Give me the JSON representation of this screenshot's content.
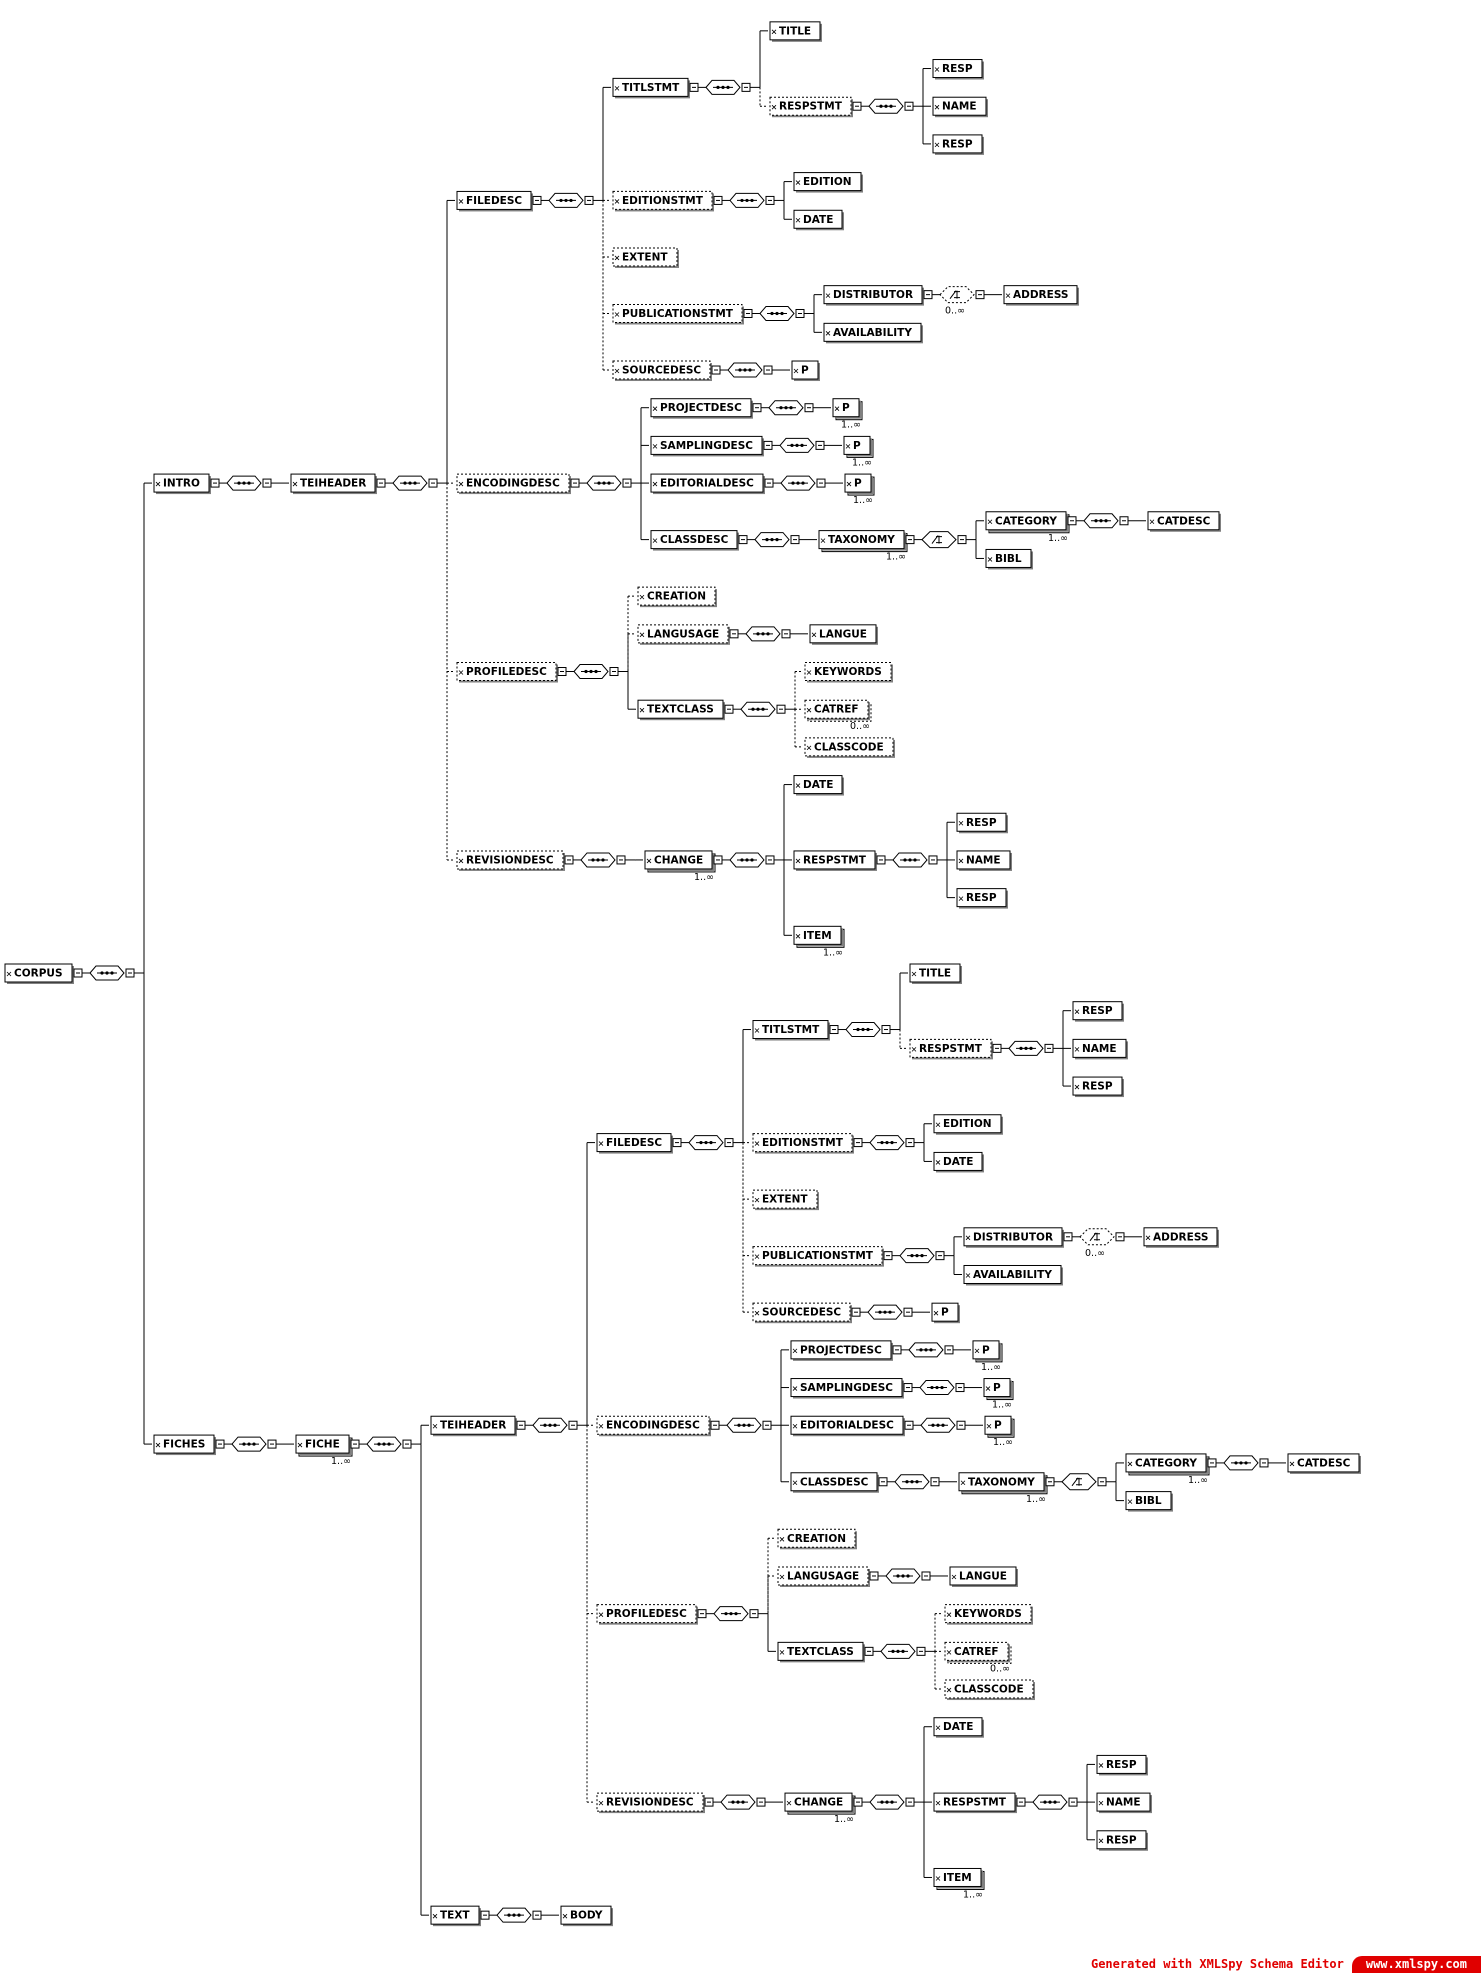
{
  "occ_labels": {
    "one_many": "1..∞",
    "zero_many": "0..∞"
  },
  "footer": {
    "generated": "Generated with XMLSpy Schema Editor",
    "site": "www.xmlspy.com"
  },
  "tree": {
    "name": "CORPUS",
    "seq": true,
    "children": [
      {
        "name": "INTRO",
        "seq": true,
        "children": [
          {
            "name": "TEIHEADER",
            "seq": true,
            "children": [
              {
                "name": "FILEDESC",
                "seq": true,
                "children": [
                  {
                    "name": "TITLSTMT",
                    "seq": true,
                    "children": [
                      {
                        "name": "TITLE"
                      },
                      {
                        "name": "RESPSTMT",
                        "optional": true,
                        "seq": true,
                        "children": [
                          {
                            "name": "RESP"
                          },
                          {
                            "name": "NAME"
                          },
                          {
                            "name": "RESP"
                          }
                        ]
                      }
                    ]
                  },
                  {
                    "name": "EDITIONSTMT",
                    "optional": true,
                    "seq": true,
                    "children": [
                      {
                        "name": "EDITION"
                      },
                      {
                        "name": "DATE"
                      }
                    ]
                  },
                  {
                    "name": "EXTENT",
                    "optional": true
                  },
                  {
                    "name": "PUBLICATIONSTMT",
                    "optional": true,
                    "seq": true,
                    "children": [
                      {
                        "name": "DISTRIBUTOR",
                        "choice": true,
                        "choiceOcc": "0..∞",
                        "choiceOptional": true,
                        "children": [
                          {
                            "name": "ADDRESS"
                          }
                        ]
                      },
                      {
                        "name": "AVAILABILITY"
                      }
                    ]
                  },
                  {
                    "name": "SOURCEDESC",
                    "optional": true,
                    "seq": true,
                    "children": [
                      {
                        "name": "P"
                      }
                    ]
                  }
                ]
              },
              {
                "name": "ENCODINGDESC",
                "optional": true,
                "seq": true,
                "children": [
                  {
                    "name": "PROJECTDESC",
                    "seq": true,
                    "children": [
                      {
                        "name": "P",
                        "occ": "1..∞"
                      }
                    ]
                  },
                  {
                    "name": "SAMPLINGDESC",
                    "seq": true,
                    "children": [
                      {
                        "name": "P",
                        "occ": "1..∞"
                      }
                    ]
                  },
                  {
                    "name": "EDITORIALDESC",
                    "seq": true,
                    "children": [
                      {
                        "name": "P",
                        "occ": "1..∞"
                      }
                    ]
                  },
                  {
                    "name": "CLASSDESC",
                    "seq": true,
                    "children": [
                      {
                        "name": "TAXONOMY",
                        "occ": "1..∞",
                        "choice": true,
                        "children": [
                          {
                            "name": "CATEGORY",
                            "occ": "1..∞",
                            "seq": true,
                            "children": [
                              {
                                "name": "CATDESC"
                              }
                            ]
                          },
                          {
                            "name": "BIBL"
                          }
                        ]
                      }
                    ]
                  }
                ]
              },
              {
                "name": "PROFILEDESC",
                "optional": true,
                "seq": true,
                "children": [
                  {
                    "name": "CREATION",
                    "optional": true
                  },
                  {
                    "name": "LANGUSAGE",
                    "optional": true,
                    "seq": true,
                    "children": [
                      {
                        "name": "LANGUE"
                      }
                    ]
                  },
                  {
                    "name": "TEXTCLASS",
                    "seq": true,
                    "children": [
                      {
                        "name": "KEYWORDS",
                        "optional": true
                      },
                      {
                        "name": "CATREF",
                        "optional": true,
                        "occ": "0..∞"
                      },
                      {
                        "name": "CLASSCODE",
                        "optional": true
                      }
                    ]
                  }
                ]
              },
              {
                "name": "REVISIONDESC",
                "optional": true,
                "seq": true,
                "children": [
                  {
                    "name": "CHANGE",
                    "occ": "1..∞",
                    "seq": true,
                    "children": [
                      {
                        "name": "DATE"
                      },
                      {
                        "name": "RESPSTMT",
                        "seq": true,
                        "children": [
                          {
                            "name": "RESP"
                          },
                          {
                            "name": "NAME"
                          },
                          {
                            "name": "RESP"
                          }
                        ]
                      },
                      {
                        "name": "ITEM",
                        "occ": "1..∞"
                      }
                    ]
                  }
                ]
              }
            ]
          }
        ]
      },
      {
        "name": "FICHES",
        "seq": true,
        "children": [
          {
            "name": "FICHE",
            "occ": "1..∞",
            "seq": true,
            "children": [
              {
                "name": "TEIHEADER",
                "seq": true,
                "children": [
                  {
                    "name": "FILEDESC",
                    "seq": true,
                    "children": [
                      {
                        "name": "TITLSTMT",
                        "seq": true,
                        "children": [
                          {
                            "name": "TITLE"
                          },
                          {
                            "name": "RESPSTMT",
                            "optional": true,
                            "seq": true,
                            "children": [
                              {
                                "name": "RESP"
                              },
                              {
                                "name": "NAME"
                              },
                              {
                                "name": "RESP"
                              }
                            ]
                          }
                        ]
                      },
                      {
                        "name": "EDITIONSTMT",
                        "optional": true,
                        "seq": true,
                        "children": [
                          {
                            "name": "EDITION"
                          },
                          {
                            "name": "DATE"
                          }
                        ]
                      },
                      {
                        "name": "EXTENT",
                        "optional": true
                      },
                      {
                        "name": "PUBLICATIONSTMT",
                        "optional": true,
                        "seq": true,
                        "children": [
                          {
                            "name": "DISTRIBUTOR",
                            "choice": true,
                            "choiceOcc": "0..∞",
                            "choiceOptional": true,
                            "children": [
                              {
                                "name": "ADDRESS"
                              }
                            ]
                          },
                          {
                            "name": "AVAILABILITY"
                          }
                        ]
                      },
                      {
                        "name": "SOURCEDESC",
                        "optional": true,
                        "seq": true,
                        "children": [
                          {
                            "name": "P"
                          }
                        ]
                      }
                    ]
                  },
                  {
                    "name": "ENCODINGDESC",
                    "optional": true,
                    "seq": true,
                    "children": [
                      {
                        "name": "PROJECTDESC",
                        "seq": true,
                        "children": [
                          {
                            "name": "P",
                            "occ": "1..∞"
                          }
                        ]
                      },
                      {
                        "name": "SAMPLINGDESC",
                        "seq": true,
                        "children": [
                          {
                            "name": "P",
                            "occ": "1..∞"
                          }
                        ]
                      },
                      {
                        "name": "EDITORIALDESC",
                        "seq": true,
                        "children": [
                          {
                            "name": "P",
                            "occ": "1..∞"
                          }
                        ]
                      },
                      {
                        "name": "CLASSDESC",
                        "seq": true,
                        "children": [
                          {
                            "name": "TAXONOMY",
                            "occ": "1..∞",
                            "choice": true,
                            "children": [
                              {
                                "name": "CATEGORY",
                                "occ": "1..∞",
                                "seq": true,
                                "children": [
                                  {
                                    "name": "CATDESC"
                                  }
                                ]
                              },
                              {
                                "name": "BIBL"
                              }
                            ]
                          }
                        ]
                      }
                    ]
                  },
                  {
                    "name": "PROFILEDESC",
                    "optional": true,
                    "seq": true,
                    "children": [
                      {
                        "name": "CREATION",
                        "optional": true
                      },
                      {
                        "name": "LANGUSAGE",
                        "optional": true,
                        "seq": true,
                        "children": [
                          {
                            "name": "LANGUE"
                          }
                        ]
                      },
                      {
                        "name": "TEXTCLASS",
                        "seq": true,
                        "children": [
                          {
                            "name": "KEYWORDS",
                            "optional": true
                          },
                          {
                            "name": "CATREF",
                            "optional": true,
                            "occ": "0..∞"
                          },
                          {
                            "name": "CLASSCODE",
                            "optional": true
                          }
                        ]
                      }
                    ]
                  },
                  {
                    "name": "REVISIONDESC",
                    "optional": true,
                    "seq": true,
                    "children": [
                      {
                        "name": "CHANGE",
                        "occ": "1..∞",
                        "seq": true,
                        "children": [
                          {
                            "name": "DATE"
                          },
                          {
                            "name": "RESPSTMT",
                            "seq": true,
                            "children": [
                              {
                                "name": "RESP"
                              },
                              {
                                "name": "NAME"
                              },
                              {
                                "name": "RESP"
                              }
                            ]
                          },
                          {
                            "name": "ITEM",
                            "occ": "1..∞"
                          }
                        ]
                      }
                    ]
                  }
                ]
              },
              {
                "name": "TEXT",
                "seq": true,
                "children": [
                  {
                    "name": "BODY"
                  }
                ]
              }
            ]
          }
        ]
      }
    ]
  }
}
